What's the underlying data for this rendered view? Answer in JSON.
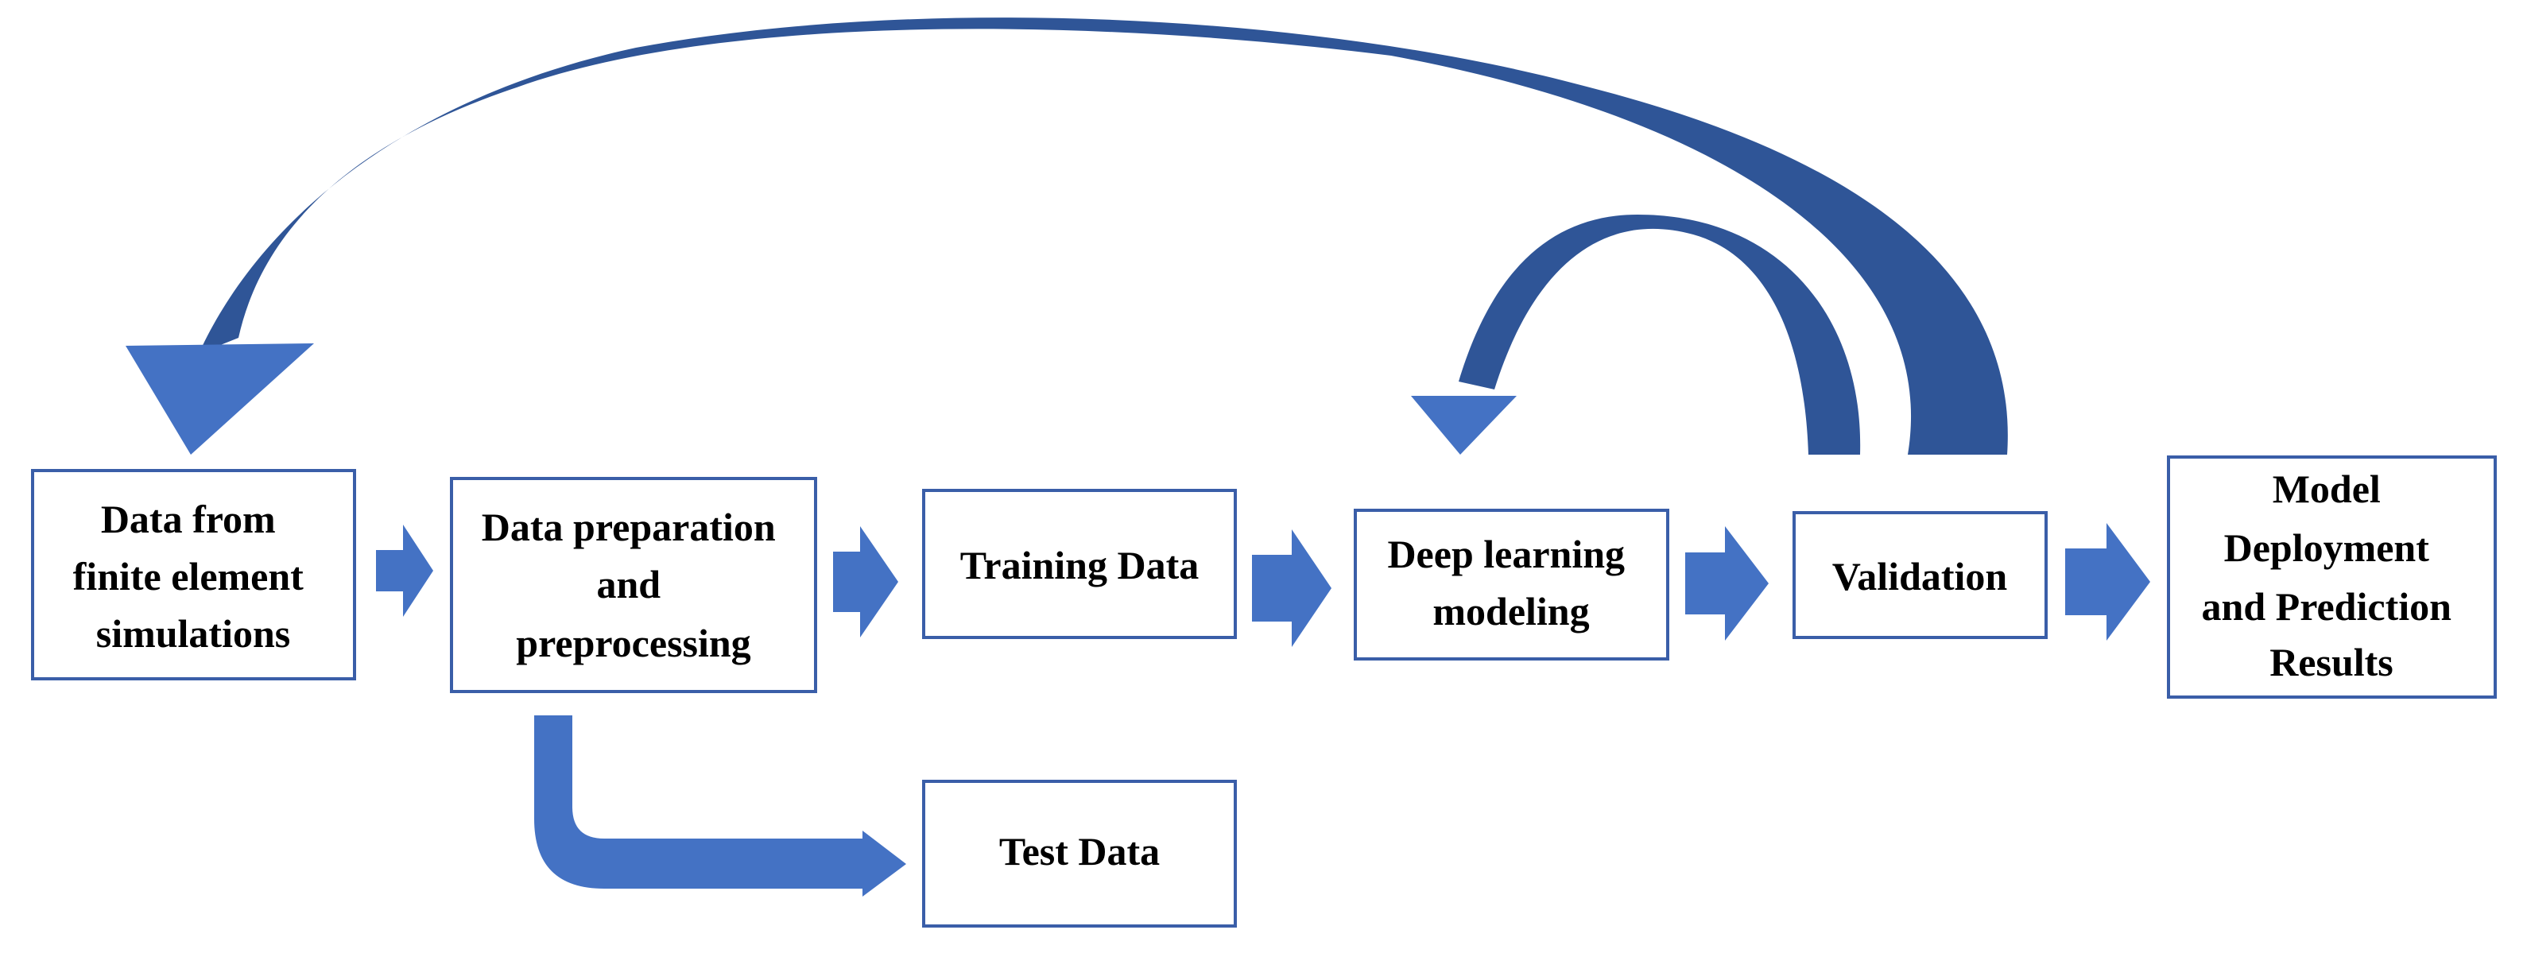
{
  "colors": {
    "box_border": "#3a5ea8",
    "arrow_fill": "#4472c4",
    "arrow_dark": "#2f5597",
    "text": "#000000"
  },
  "nodes": [
    {
      "id": "data-source",
      "lines": [
        "Data from",
        "finite element",
        "simulations"
      ]
    },
    {
      "id": "data-preparation",
      "lines": [
        "Data preparation",
        "and",
        "preprocessing"
      ]
    },
    {
      "id": "training-data",
      "lines": [
        "Training Data"
      ]
    },
    {
      "id": "deep-learning",
      "lines": [
        "Deep learning",
        "modeling"
      ]
    },
    {
      "id": "validation",
      "lines": [
        "Validation"
      ]
    },
    {
      "id": "deployment",
      "lines": [
        "Model",
        "Deployment",
        "and Prediction",
        "Results"
      ]
    },
    {
      "id": "test-data",
      "lines": [
        "Test Data"
      ]
    }
  ],
  "edges": [
    {
      "from": "data-source",
      "to": "data-preparation"
    },
    {
      "from": "data-preparation",
      "to": "training-data"
    },
    {
      "from": "training-data",
      "to": "deep-learning"
    },
    {
      "from": "deep-learning",
      "to": "validation"
    },
    {
      "from": "validation",
      "to": "deployment"
    },
    {
      "from": "data-preparation",
      "to": "test-data"
    },
    {
      "from": "validation",
      "to": "deep-learning",
      "kind": "feedback-loop"
    },
    {
      "from": "validation",
      "to": "data-source",
      "kind": "feedback-loop"
    }
  ]
}
